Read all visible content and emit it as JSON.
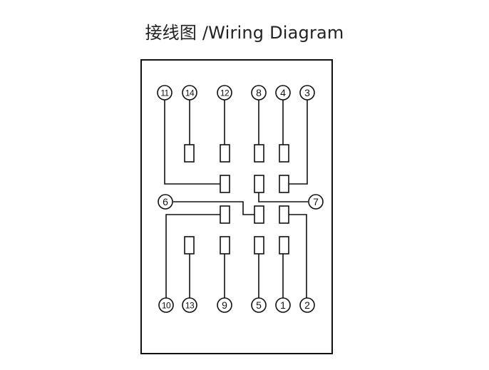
{
  "title": "接线图 /Wiring Diagram",
  "colors": {
    "line": "#111111",
    "background": "#ffffff",
    "title": "#222222"
  },
  "pins": {
    "p11": "11",
    "p14": "14",
    "p12": "12",
    "p8": "8",
    "p4": "4",
    "p3": "3",
    "p6": "6",
    "p7": "7",
    "p10": "10",
    "p13": "13",
    "p9": "9",
    "p5": "5",
    "p1": "1",
    "p2": "2"
  }
}
